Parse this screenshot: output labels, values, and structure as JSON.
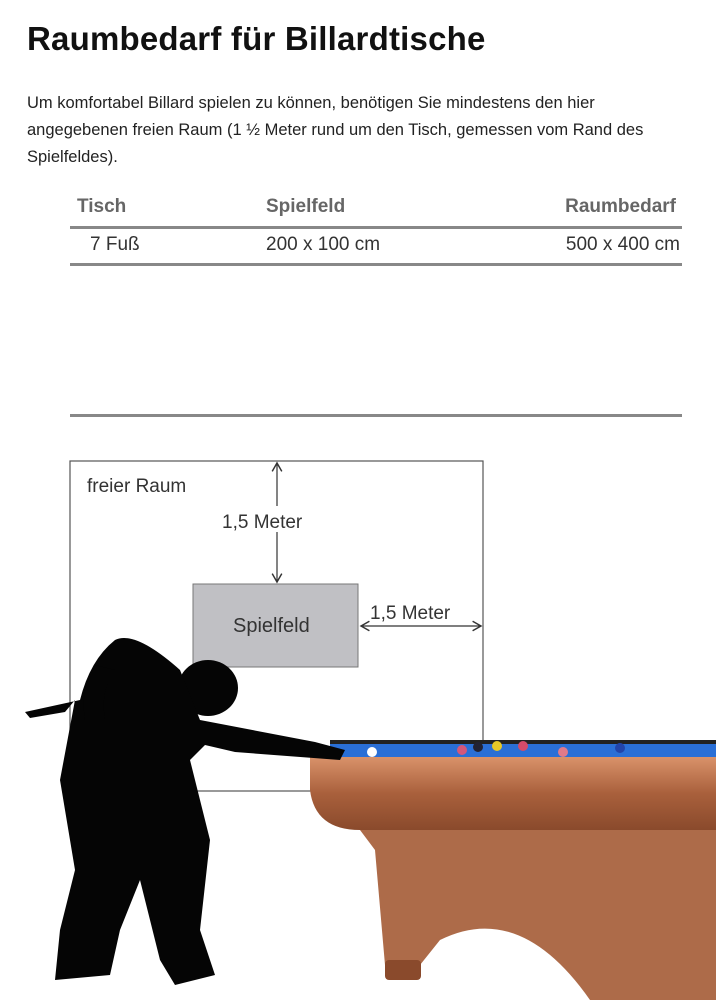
{
  "title": "Raumbedarf für Billardtische",
  "intro": "Um komfortabel Billard spielen zu können, benötigen Sie mindestens den hier angegebenen freien Raum (1 ½ Meter rund um den Tisch, gemessen vom Rand des Spielfeldes).",
  "table": {
    "headers": [
      "Tisch",
      "Spielfeld",
      "Raumbedarf"
    ],
    "rows": [
      [
        "7 Fuß",
        "200 x 100 cm",
        "500 x 400 cm"
      ]
    ]
  },
  "diagram": {
    "area_label": "freier Raum",
    "field_label": "Spielfeld",
    "top_distance": "1,5 Meter",
    "side_distance": "1,5 Meter",
    "colors": {
      "field": "#c0c0c4",
      "cloth": "#2a6fd6",
      "wood": "#b8714a"
    }
  }
}
